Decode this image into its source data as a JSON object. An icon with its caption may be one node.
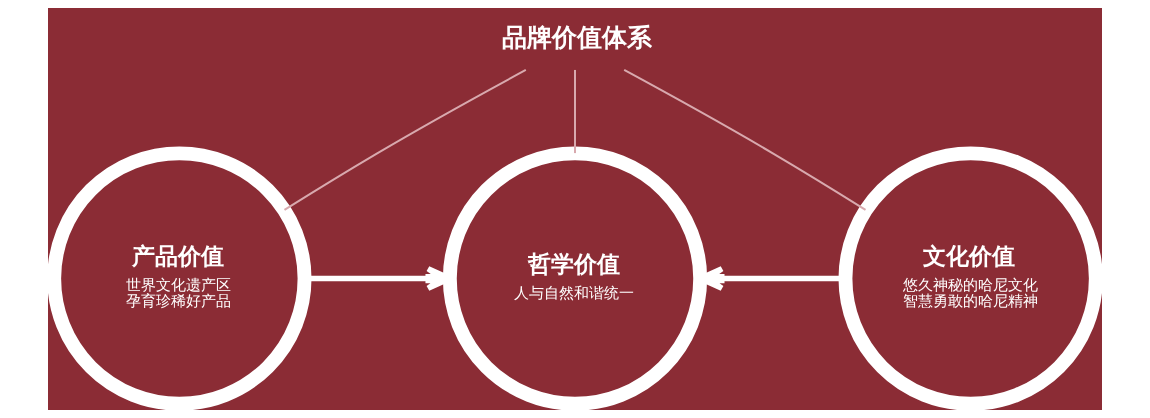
{
  "diagram": {
    "nodes": [
      {
        "text": [
          "品牌价值体系"
        ]
      },
      {
        "text": [
          "产品价值",
          "世界文化遗产区",
          "孕育珍稀好产品"
        ]
      },
      {
        "text": [
          "哲学价值",
          "人与自然和谐统一"
        ]
      },
      {
        "text": [
          "文化价值",
          "悠久神秘的哈尼文化",
          "智慧勇敢的哈尼精神"
        ]
      }
    ],
    "edges": [
      {
        "from": 0,
        "to": 1,
        "arrow": "none"
      },
      {
        "from": 0,
        "to": 2,
        "arrow": "none"
      },
      {
        "from": 0,
        "to": 3,
        "arrow": "none"
      },
      {
        "from": 1,
        "to": 2,
        "arrow": "to",
        "style": "thick",
        "color": "#ffffff"
      },
      {
        "from": 3,
        "to": 2,
        "arrow": "to",
        "style": "thick",
        "color": "#ffffff"
      }
    ]
  }
}
